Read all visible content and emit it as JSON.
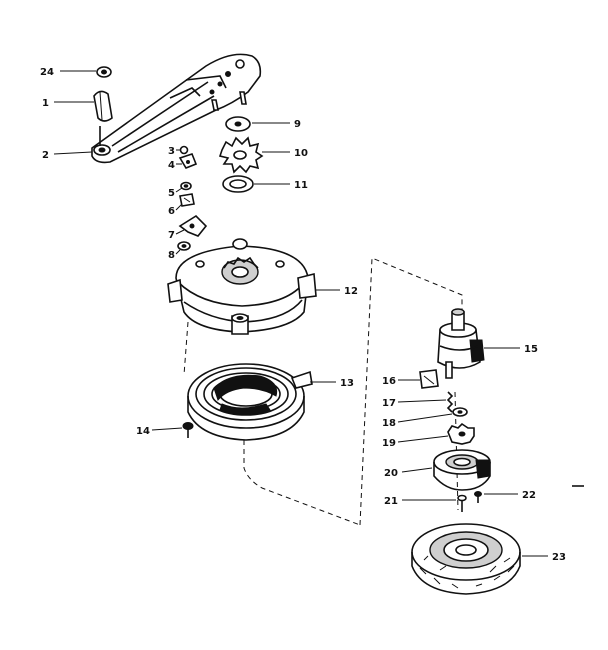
{
  "callouts": {
    "c1": "1",
    "c2": "2",
    "c3": "3",
    "c4": "4",
    "c5": "5",
    "c6": "6",
    "c7": "7",
    "c8": "8",
    "c9": "9",
    "c10": "10",
    "c11": "11",
    "c12": "12",
    "c13": "13",
    "c14": "14",
    "c15": "15",
    "c16": "16",
    "c17": "17",
    "c18": "18",
    "c19": "19",
    "c20": "20",
    "c21": "21",
    "c22": "22",
    "c23": "23",
    "c24": "24"
  },
  "colors": {
    "ink": "#111111",
    "paper": "#ffffff"
  }
}
